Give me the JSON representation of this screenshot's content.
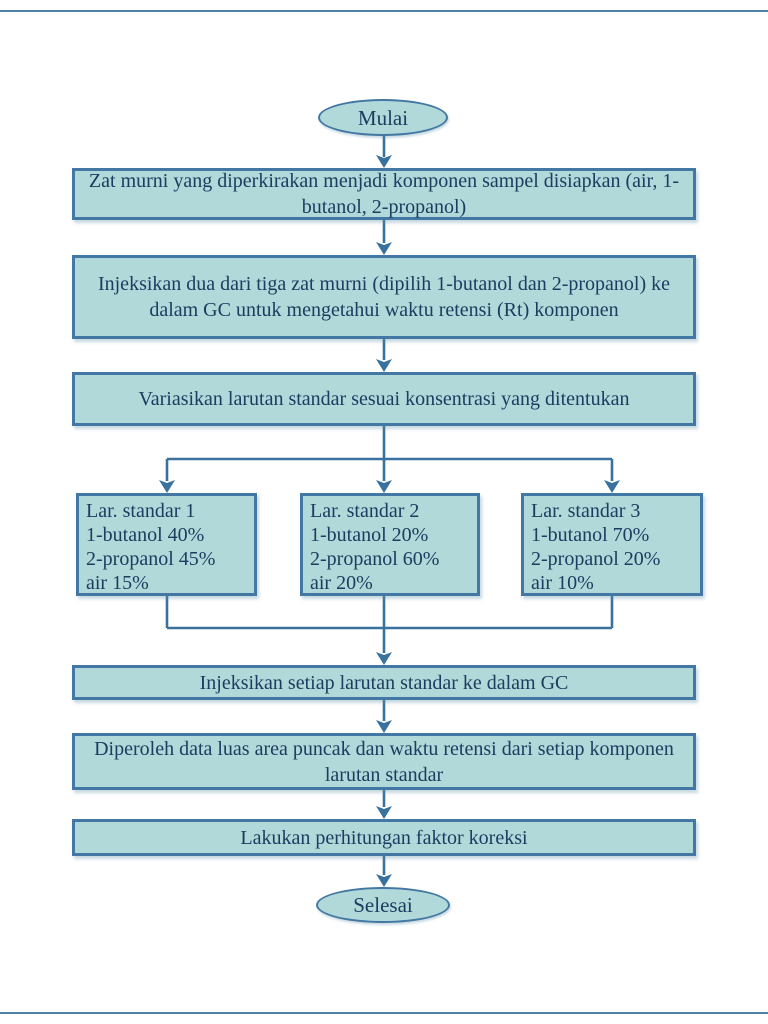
{
  "page": {
    "kind": "flowchart-document-page",
    "language": "id",
    "colors": {
      "node_fill": "#b2d9da",
      "node_border": "#4278a3",
      "node_text": "#1c3c60",
      "connector": "#3a729f",
      "page_rule": "#4f81a8",
      "background": "#ffffff"
    }
  },
  "flowchart": {
    "start": {
      "label": "Mulai"
    },
    "steps": {
      "prepare": "Zat murni yang diperkirakan menjadi komponen sampel disiapkan (air, 1-butanol, 2-propanol)",
      "inject_pure": "Injeksikan dua dari tiga zat murni (dipilih 1-butanol dan 2-propanol) ke dalam GC untuk mengetahui waktu retensi (Rt) komponen",
      "vary": "Variasikan larutan standar sesuai konsentrasi yang ditentukan",
      "inject_standards": "Injeksikan setiap larutan standar ke dalam GC",
      "peak_data": "Diperoleh data luas area puncak dan waktu retensi dari setiap komponen larutan standar",
      "correction": "Lakukan perhitungan faktor koreksi"
    },
    "standards": [
      {
        "lines": [
          "Lar. standar 1",
          "1-butanol 40%",
          "2-propanol 45%",
          "air 15%"
        ]
      },
      {
        "lines": [
          "Lar. standar 2",
          "1-butanol 20%",
          "2-propanol 60%",
          "air 20%"
        ]
      },
      {
        "lines": [
          "Lar. standar 3",
          "1-butanol 70%",
          "2-propanol 20%",
          "air 10%"
        ]
      }
    ],
    "end": {
      "label": "Selesai"
    }
  }
}
